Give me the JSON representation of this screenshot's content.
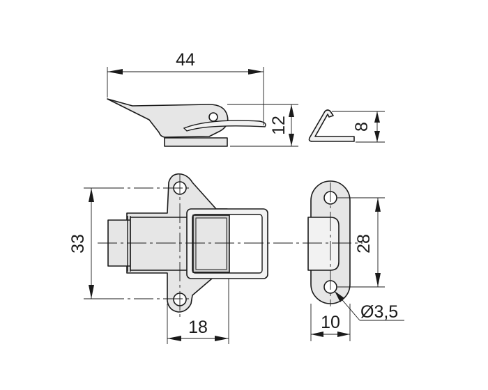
{
  "dimensions": {
    "length_side": "44",
    "height_side": "12",
    "catch_height": "8",
    "overall_height": "33",
    "hole_spacing": "28",
    "base_width": "18",
    "catch_width": "10",
    "hole_diameter": "Ø3,5"
  }
}
